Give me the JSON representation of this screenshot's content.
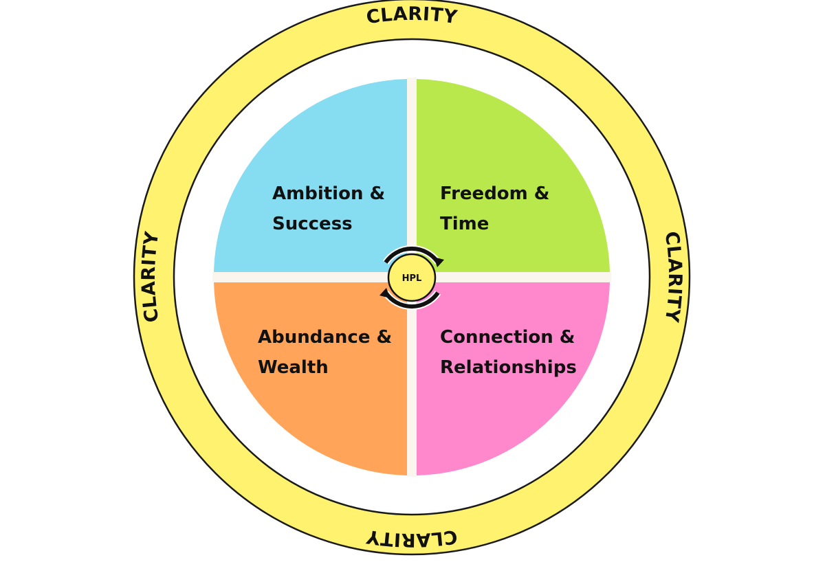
{
  "diagram": {
    "outer_ring": {
      "labels": [
        "CLARITY",
        "CLARITY",
        "CLARITY",
        "CLARITY"
      ],
      "color": "#fff26e"
    },
    "quadrants": [
      {
        "id": "top-left",
        "line1": "Ambition &",
        "line2": "Success",
        "color": "#86dcf0"
      },
      {
        "id": "top-right",
        "line1": "Freedom &",
        "line2": "Time",
        "color": "#b9e84c"
      },
      {
        "id": "bottom-left",
        "line1": "Abundance &",
        "line2": "Wealth",
        "color": "#ffa458"
      },
      {
        "id": "bottom-right",
        "line1": "Connection &",
        "line2": "Relationships",
        "color": "#ff88cc"
      }
    ],
    "hub": {
      "label": "HPL",
      "color": "#fff26e",
      "icon": "cycle-arrows-icon"
    },
    "divider_color": "#faf6ee"
  }
}
